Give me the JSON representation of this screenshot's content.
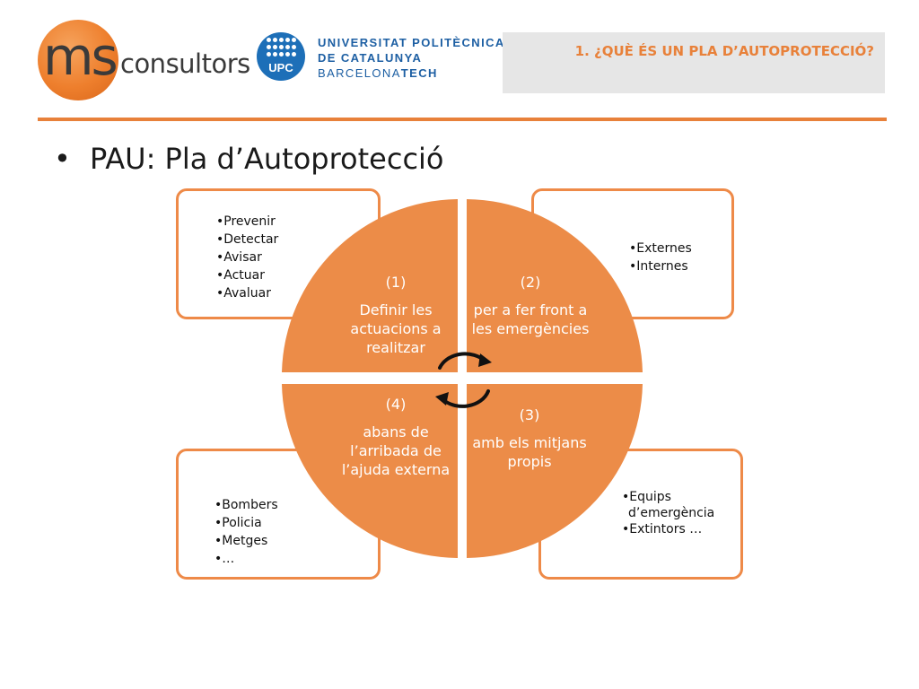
{
  "header": {
    "ms_logo": {
      "mark": "ms",
      "word": "consultors"
    },
    "upc_logo": {
      "badge": "UPC",
      "line1": "UNIVERSITAT POLITÈCNICA",
      "line2": "DE CATALUNYA",
      "line3a": "BARCELONA",
      "line3b": "TECH"
    },
    "section_title": "1. ¿QUÈ ÉS UN PLA D’AUTOPROTECCIÓ?"
  },
  "title": {
    "bullet": "•",
    "text": "PAU: Pla d’Autoprotecció"
  },
  "quadrants": [
    {
      "number": "(1)",
      "text": "Definir les actuacions a realitzar"
    },
    {
      "number": "(2)",
      "text": "per a fer front a les emergències"
    },
    {
      "number": "(3)",
      "text": "amb els mitjans propis"
    },
    {
      "number": "(4)",
      "text": "abans de l’arribada de l’ajuda externa"
    }
  ],
  "callouts": {
    "top_left": [
      "Prevenir",
      "Detectar",
      "Avisar",
      "Actuar",
      "Avaluar"
    ],
    "top_right": [
      "Externes",
      "Internes"
    ],
    "bottom_right": [
      "Equips d’emergència",
      "Extintors …"
    ],
    "bottom_left": [
      "Bombers",
      "Policia",
      "Metges",
      "…"
    ]
  },
  "colors": {
    "accent": "#e8813a",
    "quadrant": "#ec8c48",
    "header_bg": "#e6e6e6",
    "upc_blue": "#1d6fb8"
  }
}
